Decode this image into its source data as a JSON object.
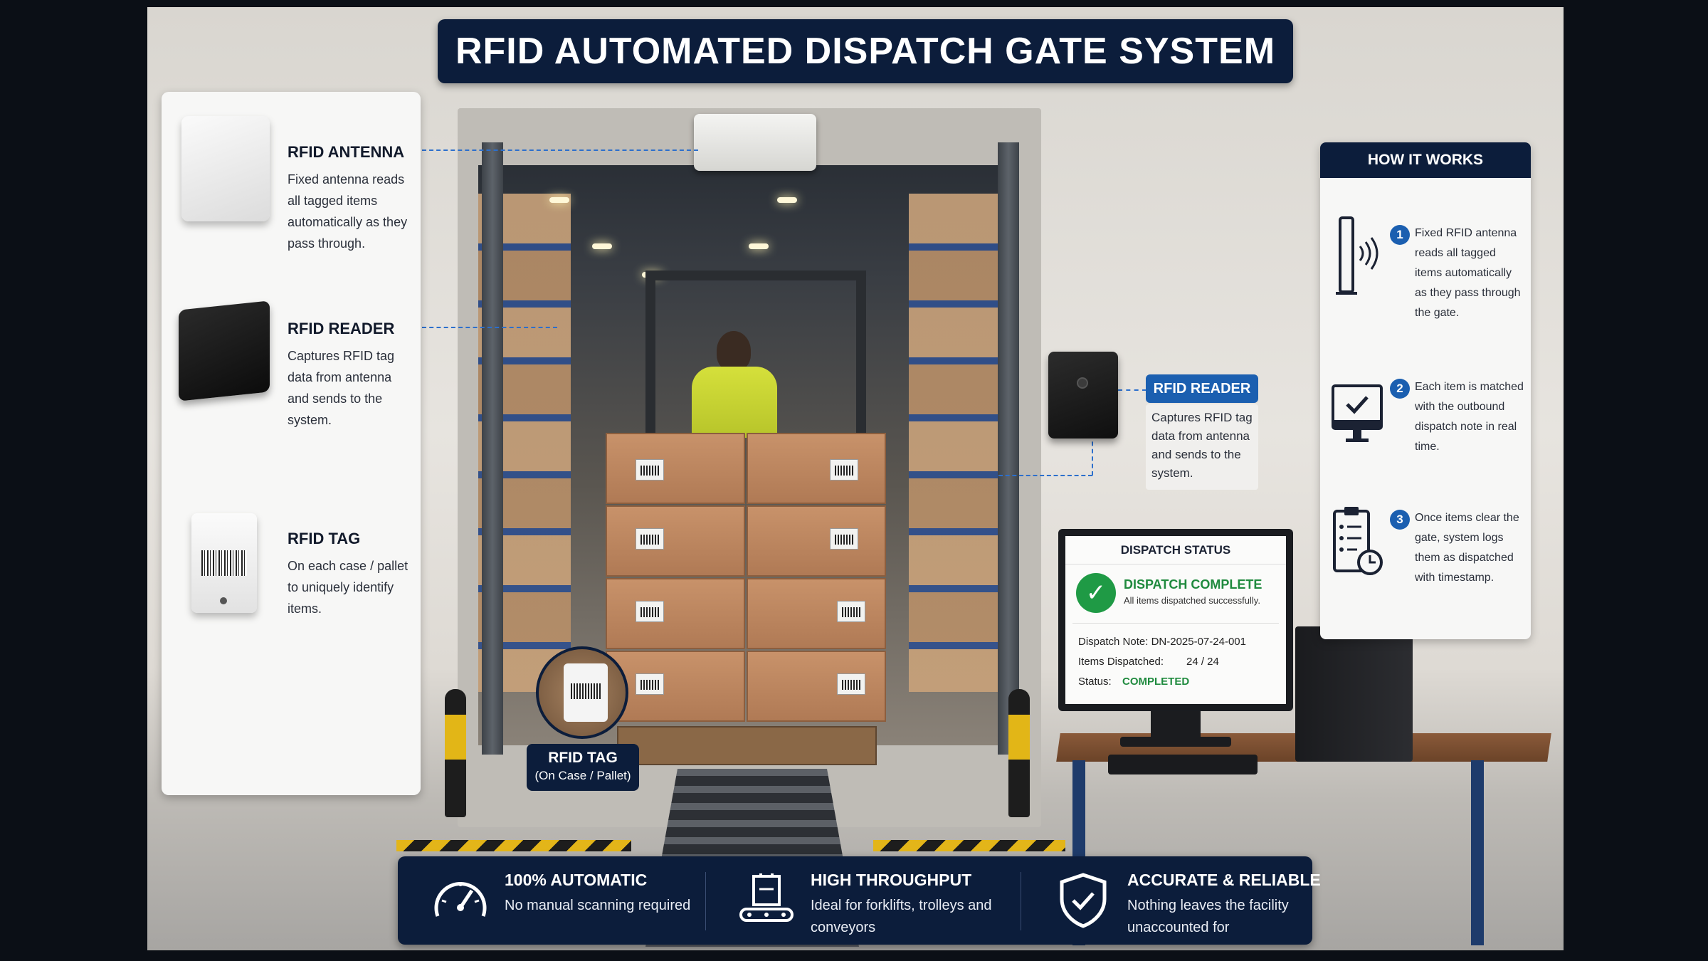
{
  "title": "RFID AUTOMATED DISPATCH GATE SYSTEM",
  "components": [
    {
      "title": "RFID ANTENNA",
      "description": "Fixed antenna reads all tagged items automatically as they pass through."
    },
    {
      "title": "RFID READER",
      "description": "Captures RFID tag data from antenna and sends to the system."
    },
    {
      "title": "RFID TAG",
      "description": "On each case / pallet to uniquely identify items."
    }
  ],
  "tag_callout": {
    "title": "RFID TAG",
    "subtitle": "(On Case / Pallet)"
  },
  "reader_callout": {
    "title": "RFID READER",
    "description": "Captures RFID tag data from antenna and sends to the system."
  },
  "dispatch_status": {
    "header": "DISPATCH STATUS",
    "headline": "DISPATCH COMPLETE",
    "subline": "All items dispatched successfully.",
    "note_label": "Dispatch Note:",
    "note_value": "DN-2025-07-24-001",
    "items_label": "Items Dispatched:",
    "items_value": "24 / 24",
    "status_label": "Status:",
    "status_value": "COMPLETED",
    "status_color": "#1f8a3e"
  },
  "how_it_works": {
    "title": "HOW IT WORKS",
    "steps": [
      {
        "number": "1",
        "icon": "antenna-signal-icon",
        "text": "Fixed RFID antenna reads all tagged items automatically as they pass through the gate."
      },
      {
        "number": "2",
        "icon": "monitor-check-icon",
        "text": "Each item is matched with the outbound dispatch note in real time."
      },
      {
        "number": "3",
        "icon": "clipboard-clock-icon",
        "text": "Once items clear the gate, system logs them as dispatched with timestamp."
      }
    ]
  },
  "features": [
    {
      "icon": "speedometer-icon",
      "title": "100% AUTOMATIC",
      "description": "No manual scanning required"
    },
    {
      "icon": "conveyor-icon",
      "title": "HIGH THROUGHPUT",
      "description": "Ideal for forklifts, trolleys and conveyors"
    },
    {
      "icon": "shield-check-icon",
      "title": "ACCURATE & RELIABLE",
      "description": "Nothing leaves the facility unaccounted for"
    }
  ],
  "colors": {
    "navy": "#0c1d3b",
    "accent_blue": "#1b5fb0",
    "success_green": "#1f9a45"
  }
}
